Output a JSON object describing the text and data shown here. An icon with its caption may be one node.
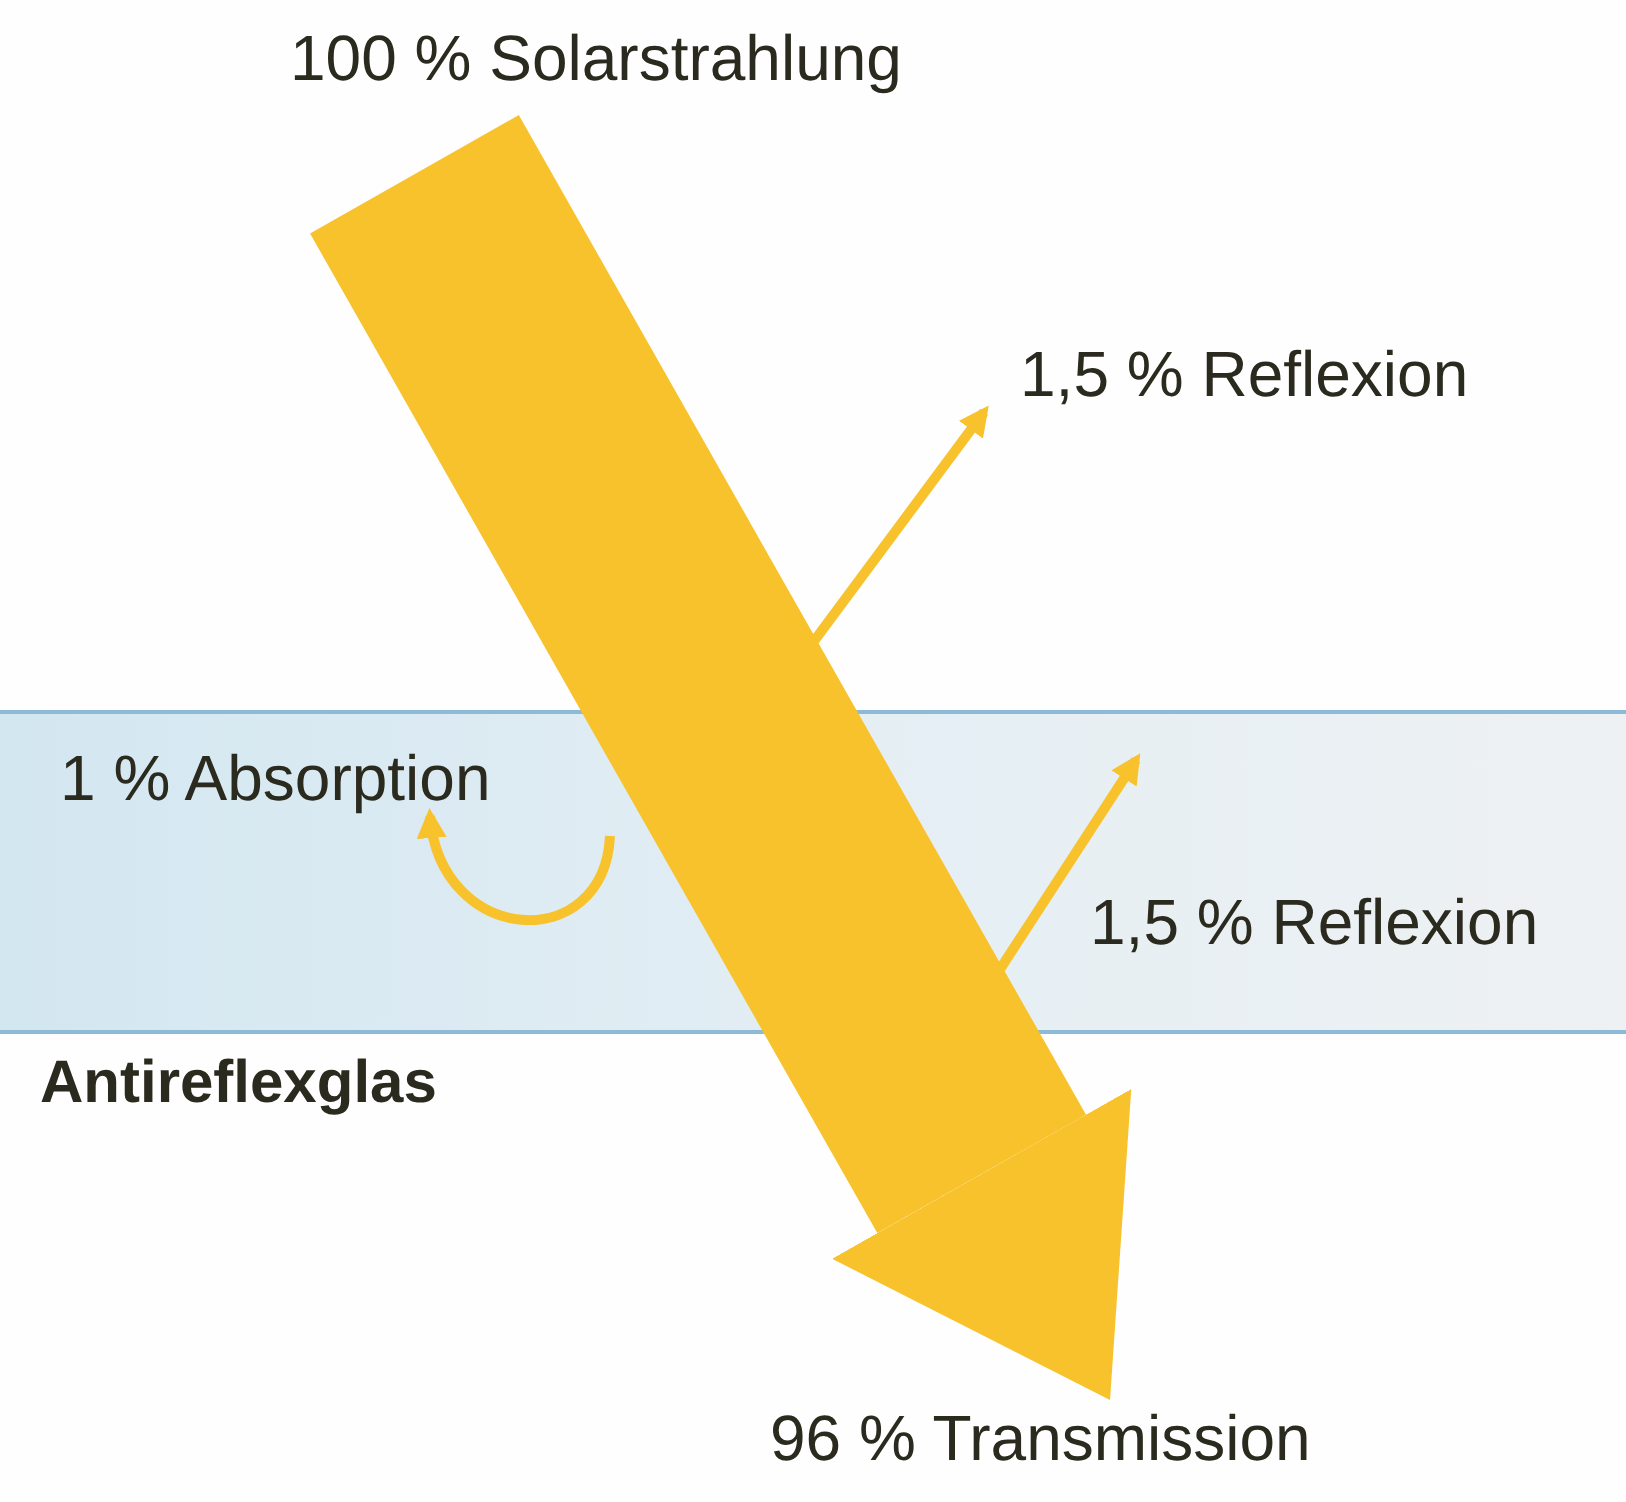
{
  "diagram": {
    "nodes": [
      {
        "text": [
          "100 % Solarstrahlung"
        ]
      },
      {
        "text": [
          "1,5 % Reflexion"
        ]
      },
      {
        "text": [
          "Antireflexglas"
        ]
      },
      {
        "text": [
          "1 % Absorption"
        ],
        "in": 2
      },
      {
        "text": [
          "1,5 % Reflexion"
        ],
        "in": 2
      },
      {
        "text": [
          "96 % Transmission"
        ]
      }
    ],
    "edges": [
      {
        "from": 0,
        "to": 5,
        "arrow": "to",
        "style": "thick"
      },
      {
        "from": null,
        "to": 1,
        "arrow": "to"
      },
      {
        "from": null,
        "to": 3,
        "arrow": "to"
      },
      {
        "from": null,
        "to": 4,
        "arrow": "to"
      }
    ]
  }
}
